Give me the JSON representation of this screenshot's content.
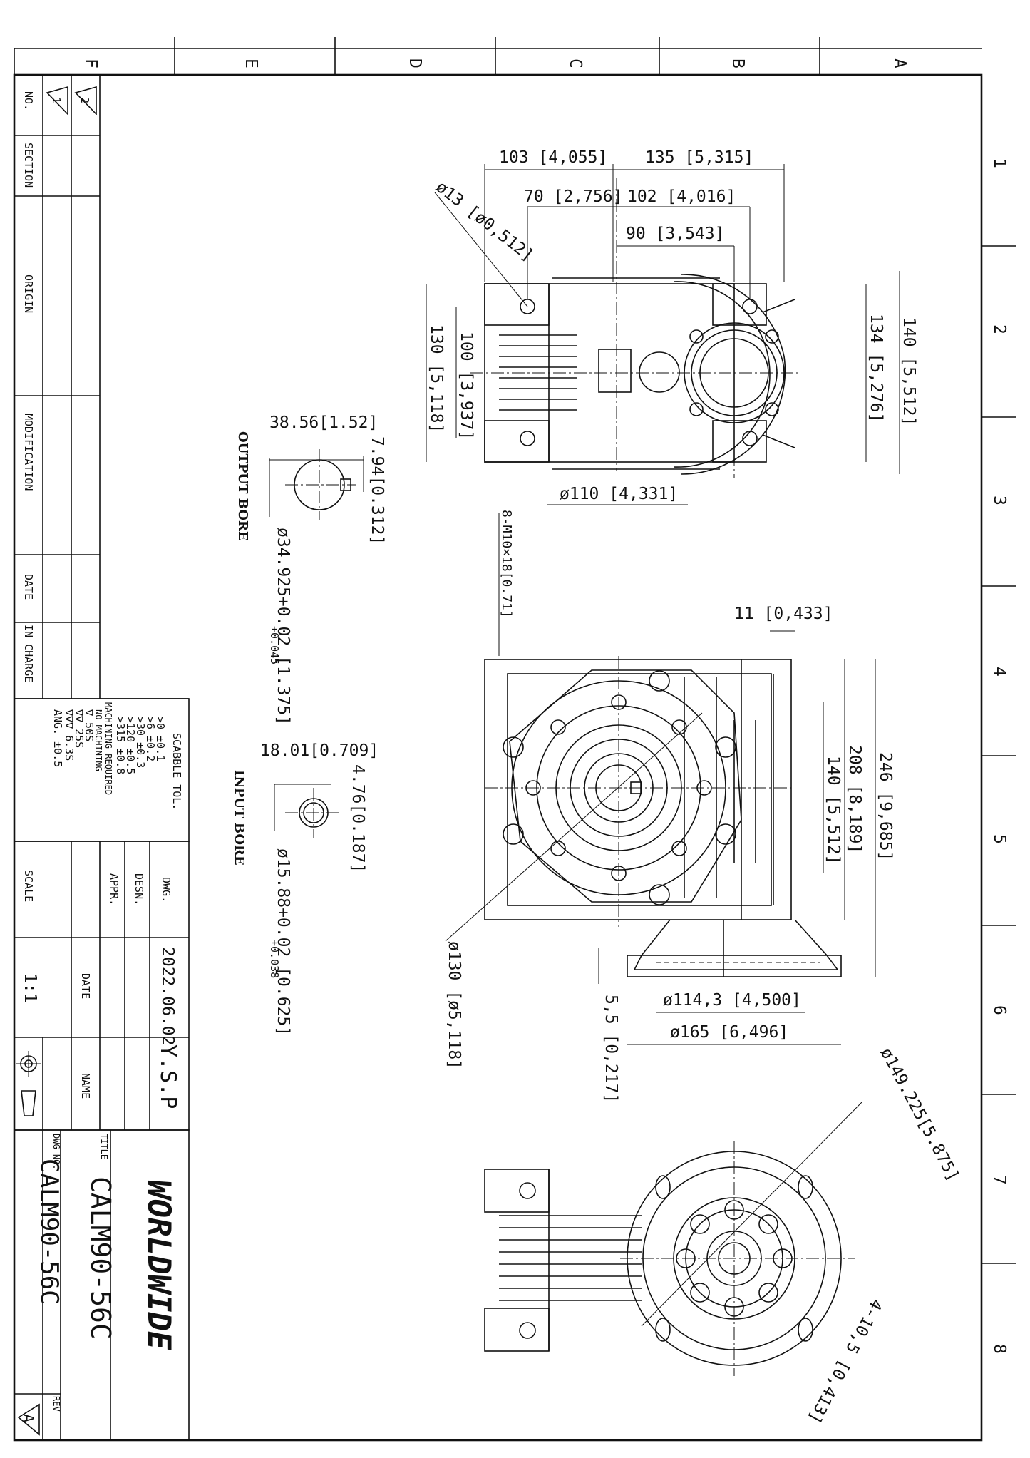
{
  "zone_letters": [
    "F",
    "E",
    "D",
    "C",
    "B",
    "A"
  ],
  "zone_numbers": [
    "1",
    "2",
    "3",
    "4",
    "5",
    "6",
    "7",
    "8"
  ],
  "revision_table": {
    "headers": [
      "NO.",
      "SECTION",
      "ORIGIN",
      "MODIFICATION",
      "DATE",
      "IN CHARGE"
    ],
    "rows": [
      [
        "1"
      ],
      [
        "2"
      ]
    ]
  },
  "tolerance_table": {
    "title": "SCABBLE TOL.",
    "rows": [
      ">0  ±0.1",
      ">6  ±0.2",
      ">30  ±0.3",
      ">120  ±0.5",
      ">315  ±0.8"
    ],
    "machining_required": "MACHINING REQUIRED",
    "no_machining": "NO MACHINING",
    "finishes": [
      "∇  50S",
      "∇∇  25S",
      "∇∇∇  6.3S"
    ],
    "angle": "ANG.  ±0.5"
  },
  "info_block": {
    "dwg_label": "DWG.",
    "dwg_date": "2022.06.02",
    "dwg_name": "Y.S.P",
    "desn_label": "DESN.",
    "appr_label": "APPR.",
    "date_label": "DATE",
    "name_label": "NAME",
    "scale_label": "SCALE",
    "scale_value": "1:1"
  },
  "title_block": {
    "company": "WORLDWIDE",
    "title_label": "TITLE",
    "title": "CALM90-56C",
    "dwg_no_label": "DWG NO.",
    "dwg_no": "CALM90-56C",
    "rev_label": "REV",
    "rev": "A"
  },
  "notes": {
    "output_bore": "OUTPUT BORE",
    "input_bore": "INPUT BORE",
    "output_bore_dia": "ø34.925+0.02 [1.375]",
    "output_bore_tol": "+0.045",
    "input_bore_dia": "ø15.88+0.02 [0.625]",
    "input_bore_tol": "+0.038",
    "tapped_holes": "8-M10×18[0.71]"
  },
  "dimensions": {
    "d103": "103 [4,055]",
    "d135": "135 [5,315]",
    "d13": "ø13 [ø0,512]",
    "d70": "70 [2,756]",
    "d102": "102 [4,016]",
    "d90": "90 [3,543]",
    "d130": "130 [5,118]",
    "d100": "100 [3,937]",
    "d134": "134 [5,276]",
    "d140a": "140 [5,512]",
    "d110": "ø110 [4,331]",
    "d3856": "38.56[1.52]",
    "d794": "7.94[0.312]",
    "d1801": "18.01[0.709]",
    "d476": "4.76[0.187]",
    "d11": "11 [0,433]",
    "d246": "246 [9,685]",
    "d208": "208 [8,189]",
    "d140b": "140 [5,512]",
    "d130b": "ø130 [ø5,118]",
    "d55": "5,5 [0,217]",
    "d1143": "ø114,3 [4,500]",
    "d165": "ø165 [6,496]",
    "d149": "ø149.225[5.875]",
    "d105": "4-10,5 [0,413]"
  }
}
